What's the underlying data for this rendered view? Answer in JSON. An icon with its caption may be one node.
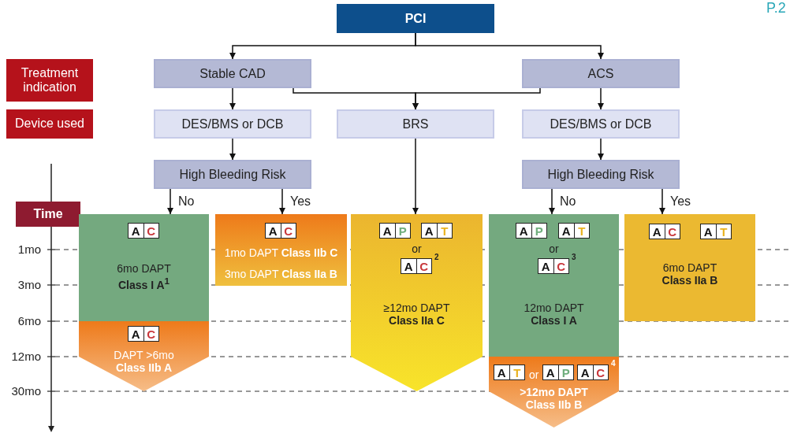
{
  "diagram": {
    "nodes": [
      {
        "text": [
          "PCI"
        ]
      },
      {
        "text": [
          "Stable CAD"
        ]
      },
      {
        "text": [
          "ACS"
        ]
      },
      {
        "text": [
          "DES/BMS or DCB"
        ]
      },
      {
        "text": [
          "BRS"
        ]
      },
      {
        "text": [
          "DES/BMS or DCB"
        ]
      },
      {
        "text": [
          "High Bleeding Risk"
        ]
      },
      {
        "text": [
          "High Bleeding Risk"
        ]
      },
      {
        "text": [
          "Treatment indication"
        ]
      },
      {
        "text": [
          "Device used"
        ]
      },
      {
        "text": [
          "Time"
        ]
      },
      {
        "text": [
          "6mo DAPT",
          "Class I A$^{1}$"
        ]
      },
      {
        "text": [
          "A",
          "C"
        ],
        "in": 11
      },
      {
        "text": [
          "DAPT >6mo",
          "Class IIb A"
        ]
      },
      {
        "text": [
          "A",
          "C"
        ],
        "in": 13
      },
      {
        "text": [
          "1mo DAPT **Class IIb C**",
          "3mo DAPT **Class IIa B**"
        ]
      },
      {
        "text": [
          "A",
          "C"
        ],
        "in": 15
      },
      {
        "text": [
          "or",
          "≥12mo DAPT",
          "Class IIa C"
        ]
      },
      {
        "text": [
          "A",
          "P"
        ],
        "in": 17
      },
      {
        "text": [
          "A",
          "T"
        ],
        "in": 17
      },
      {
        "text": [
          "A",
          "C"
        ],
        "in": 17,
        "beside": [
          "2"
        ]
      },
      {
        "text": [
          "or",
          "12mo DAPT",
          "Class I A"
        ]
      },
      {
        "text": [
          "A",
          "P"
        ],
        "in": 21
      },
      {
        "text": [
          "A",
          "T"
        ],
        "in": 21
      },
      {
        "text": [
          "A",
          "C"
        ],
        "in": 21,
        "beside": [
          "3"
        ]
      },
      {
        "text": [
          "or",
          ">12mo DAPT",
          "Class IIb B"
        ]
      },
      {
        "text": [
          "A",
          "T"
        ],
        "in": 25
      },
      {
        "text": [
          "A",
          "P"
        ],
        "in": 25
      },
      {
        "text": [
          "A",
          "C"
        ],
        "in": 25,
        "beside": [
          "4"
        ]
      },
      {
        "text": [
          "6mo DAPT",
          "Class IIa B"
        ]
      },
      {
        "text": [
          "A",
          "C"
        ],
        "in": 29
      },
      {
        "text": [
          "A",
          "T"
        ],
        "in": 29
      }
    ],
    "edges": [
      {
        "from": 0,
        "to": 1,
        "arrow": "to"
      },
      {
        "from": 0,
        "to": 2,
        "arrow": "to"
      },
      {
        "from": 1,
        "to": 3,
        "arrow": "to"
      },
      {
        "from": 2,
        "to": 5,
        "arrow": "to"
      },
      {
        "from": 1,
        "to": 4,
        "arrow": "to"
      },
      {
        "from": 2,
        "to": 4,
        "arrow": "to"
      },
      {
        "from": 3,
        "to": 6,
        "arrow": "to"
      },
      {
        "from": 5,
        "to": 7,
        "arrow": "to"
      },
      {
        "from": 6,
        "to": 11,
        "arrow": "to",
        "label": "No"
      },
      {
        "from": 6,
        "to": 15,
        "arrow": "to",
        "label": "Yes"
      },
      {
        "from": 4,
        "to": 17,
        "arrow": "to"
      },
      {
        "from": 7,
        "to": 21,
        "arrow": "to",
        "label": "No"
      },
      {
        "from": 7,
        "to": 29,
        "arrow": "to",
        "label": "Yes"
      }
    ],
    "labels": [
      "P.2",
      "1mo",
      "3mo",
      "6mo",
      "12mo",
      "30mo"
    ]
  }
}
